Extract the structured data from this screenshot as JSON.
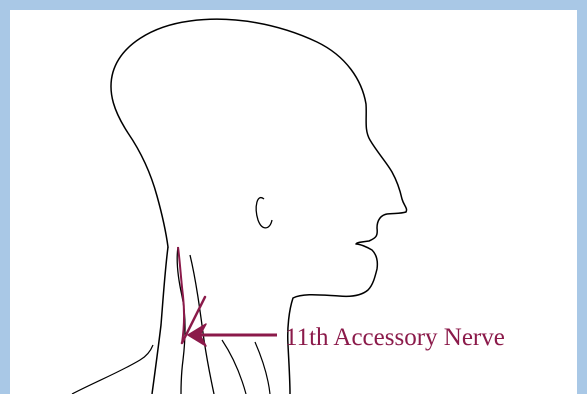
{
  "figure": {
    "label": "11th Accessory Nerve"
  },
  "colors": {
    "frame": "#a9c8e6",
    "outline": "#000000",
    "nerve": "#8b1a4a",
    "background": "#ffffff"
  },
  "icons": [
    "head-silhouette",
    "nerve-line",
    "arrow-icon"
  ]
}
